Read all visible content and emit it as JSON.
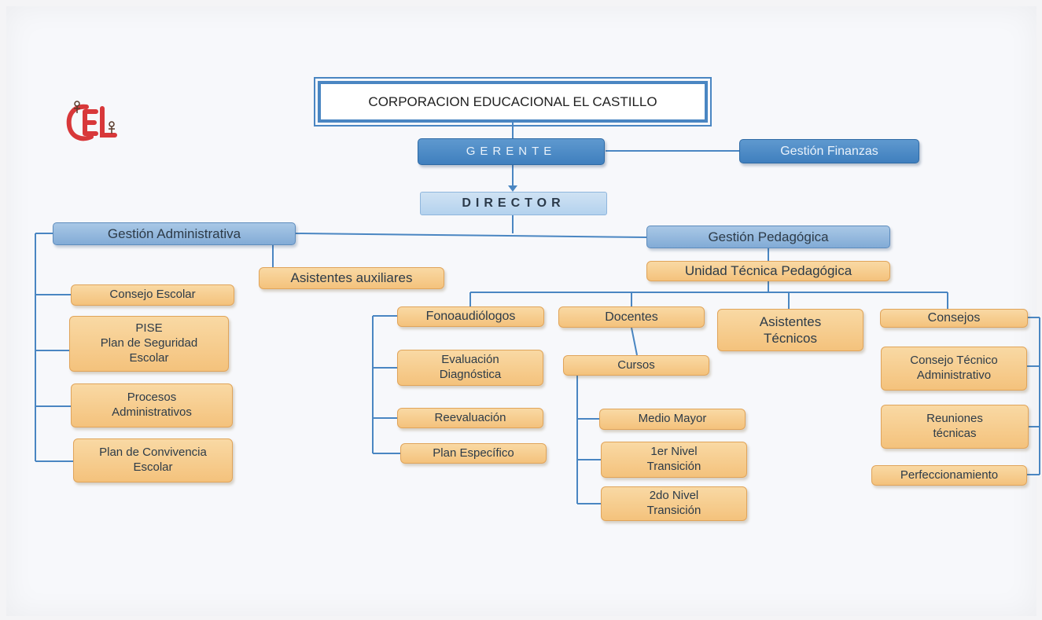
{
  "logo": {
    "text": "CEL",
    "color": "#d8383a"
  },
  "colors": {
    "line": "#4a86c2",
    "orange": "#f4c27c",
    "blue": "#82abd6",
    "dark_blue": "#3f7fbe"
  },
  "org": {
    "title": "CORPORACION EDUCACIONAL EL CASTILLO",
    "gerente": "GERENTE",
    "gestion_finanzas": "Gestión Finanzas",
    "director": "DIRECTOR",
    "gestion_administrativa": "Gestión Administrativa",
    "asistentes_auxiliares": "Asistentes auxiliares",
    "admin_items": [
      "Consejo Escolar",
      "PISE\nPlan de Seguridad\nEscolar",
      "Procesos\nAdministrativos",
      "Plan de Convivencia\nEscolar"
    ],
    "gestion_pedagogica": "Gestión Pedagógica",
    "utp": "Unidad Técnica Pedagógica",
    "fonoaudiologos": "Fonoaudiólogos",
    "fono_items": [
      "Evaluación\nDiagnóstica",
      "Reevaluación",
      "Plan Específico"
    ],
    "docentes": "Docentes",
    "cursos": "Cursos",
    "curso_items": [
      "Medio Mayor",
      "1er Nivel\nTransición",
      "2do Nivel\nTransición"
    ],
    "asistentes_tecnicos": "Asistentes\nTécnicos",
    "consejos": "Consejos",
    "consejo_items": [
      "Consejo Técnico\nAdministrativo",
      "Reuniones\ntécnicas",
      "Perfeccionamiento"
    ]
  }
}
